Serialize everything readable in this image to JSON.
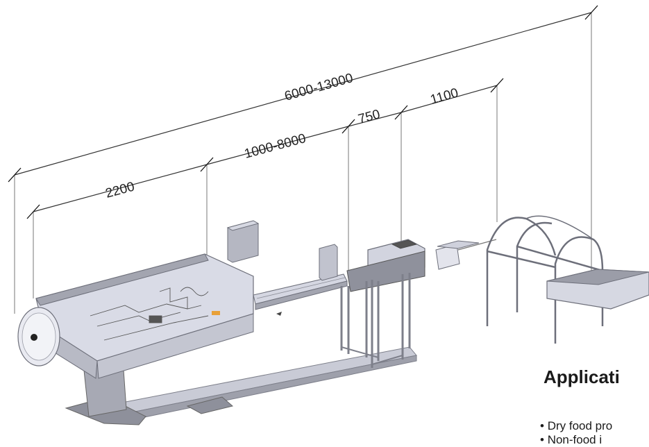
{
  "dimensions": {
    "overall": "6000-13000",
    "infeed": "2200",
    "conveyor": "1000-8000",
    "section_a": "750",
    "section_b": "1100"
  },
  "applications": {
    "heading": "Applicati",
    "items": [
      "Dry food pro",
      "Non-food i"
    ]
  },
  "colors": {
    "machine_body": "#d9dbe6",
    "machine_shadow": "#9ea0ab",
    "frame": "#8c8e98",
    "line": "#555555"
  }
}
